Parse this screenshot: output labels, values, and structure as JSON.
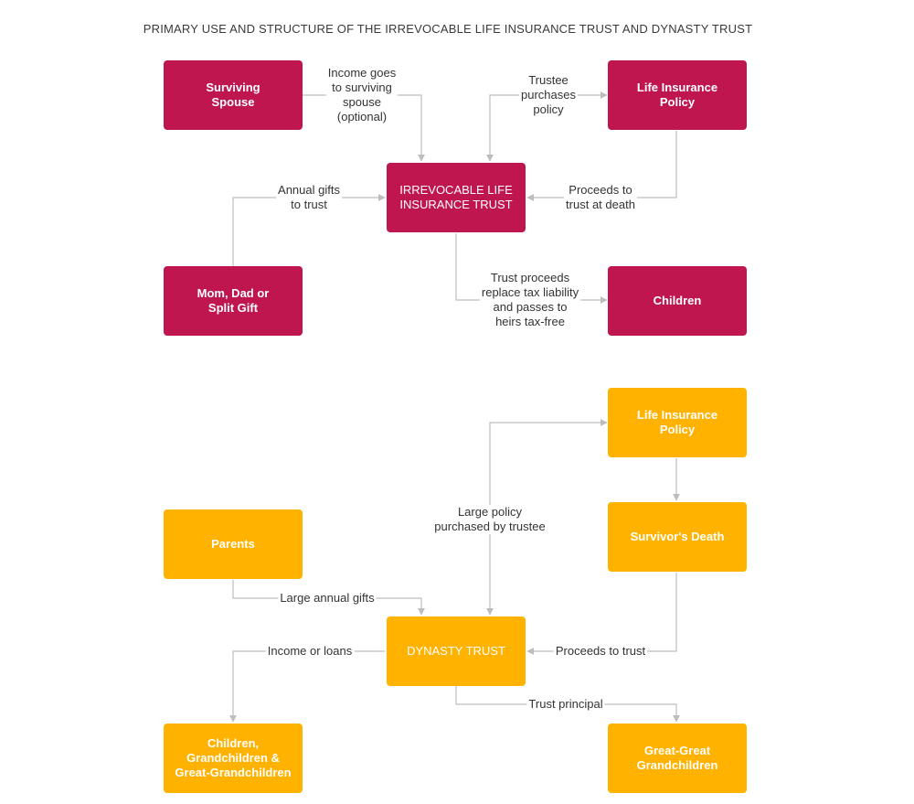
{
  "title": "PRIMARY USE AND STRUCTURE OF THE IRREVOCABLE LIFE INSURANCE TRUST AND DYNASTY TRUST",
  "colors": {
    "ilit": "#bf1650",
    "dynasty": "#ffb200",
    "connector": "#bdbdbd"
  },
  "ilit": {
    "boxes": {
      "surviving_spouse": "Surviving\nSpouse",
      "life_policy": "Life Insurance\nPolicy",
      "trust": "IRREVOCABLE LIFE\nINSURANCE TRUST",
      "parents": "Mom, Dad or\nSplit Gift",
      "children": "Children"
    },
    "labels": {
      "income": "Income goes\nto surviving\nspouse\n(optional)",
      "purchases": "Trustee\npurchases\npolicy",
      "gifts": "Annual gifts\nto trust",
      "proceeds": "Proceeds to\ntrust at death",
      "tax": "Trust proceeds\nreplace tax liability\nand passes to\nheirs tax-free"
    }
  },
  "dynasty": {
    "boxes": {
      "life_policy": "Life Insurance\nPolicy",
      "survivor_death": "Survivor's Death",
      "parents": "Parents",
      "trust": "DYNASTY TRUST",
      "descendants": "Children,\nGrandchildren &\nGreat-Grandchildren",
      "great_great": "Great-Great\nGrandchildren"
    },
    "labels": {
      "large_policy": "Large policy\npurchased by trustee",
      "large_gifts": "Large annual gifts",
      "proceeds": "Proceeds to trust",
      "income_loans": "Income or loans",
      "principal": "Trust principal"
    }
  }
}
